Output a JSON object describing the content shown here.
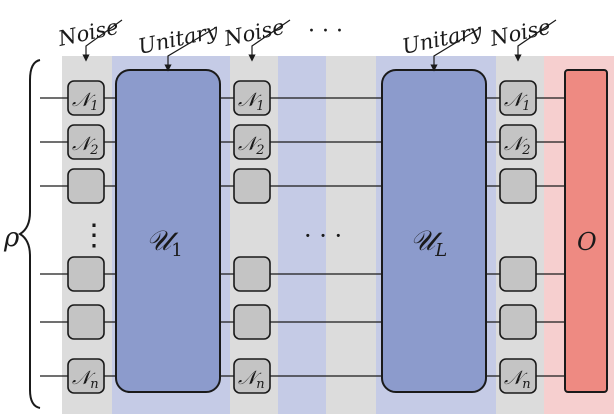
{
  "header": {
    "noise_label": "Noise",
    "unitary_label": "Unitary",
    "ellipsis": "· · ·"
  },
  "input": {
    "state_symbol": "ρ"
  },
  "noise_columns": [
    {
      "cells": [
        {
          "symbol": "𝒩",
          "sub": "1"
        },
        {
          "symbol": "𝒩",
          "sub": "2"
        },
        {
          "symbol": "",
          "sub": ""
        },
        {
          "symbol": "",
          "sub": ""
        },
        {
          "symbol": "",
          "sub": ""
        },
        {
          "symbol": "𝒩",
          "sub": "n"
        }
      ]
    },
    {
      "cells": [
        {
          "symbol": "𝒩",
          "sub": "1"
        },
        {
          "symbol": "𝒩",
          "sub": "2"
        },
        {
          "symbol": "",
          "sub": ""
        },
        {
          "symbol": "",
          "sub": ""
        },
        {
          "symbol": "",
          "sub": ""
        },
        {
          "symbol": "𝒩",
          "sub": "n"
        }
      ]
    },
    {
      "cells": [
        {
          "symbol": "𝒩",
          "sub": "1"
        },
        {
          "symbol": "𝒩",
          "sub": "2"
        },
        {
          "symbol": "",
          "sub": ""
        },
        {
          "symbol": "",
          "sub": ""
        },
        {
          "symbol": "",
          "sub": ""
        },
        {
          "symbol": "𝒩",
          "sub": "n"
        }
      ]
    }
  ],
  "unitaries": [
    {
      "symbol": "𝒰",
      "sub": "1"
    },
    {
      "symbol": "𝒰",
      "sub": "L"
    }
  ],
  "middle_ellipsis": "· · ·",
  "vertical_ellipsis": "⋮",
  "observable": {
    "symbol": "O"
  },
  "colors": {
    "noise_band": "#dcdcdc",
    "unitary_band": "#c5cbe6",
    "unitary_box": "#8c9bcc",
    "noise_box": "#c4c4c4",
    "observable_band": "#f6cfcf",
    "observable_box": "#ee8a82",
    "stroke": "#1a1a1a"
  }
}
